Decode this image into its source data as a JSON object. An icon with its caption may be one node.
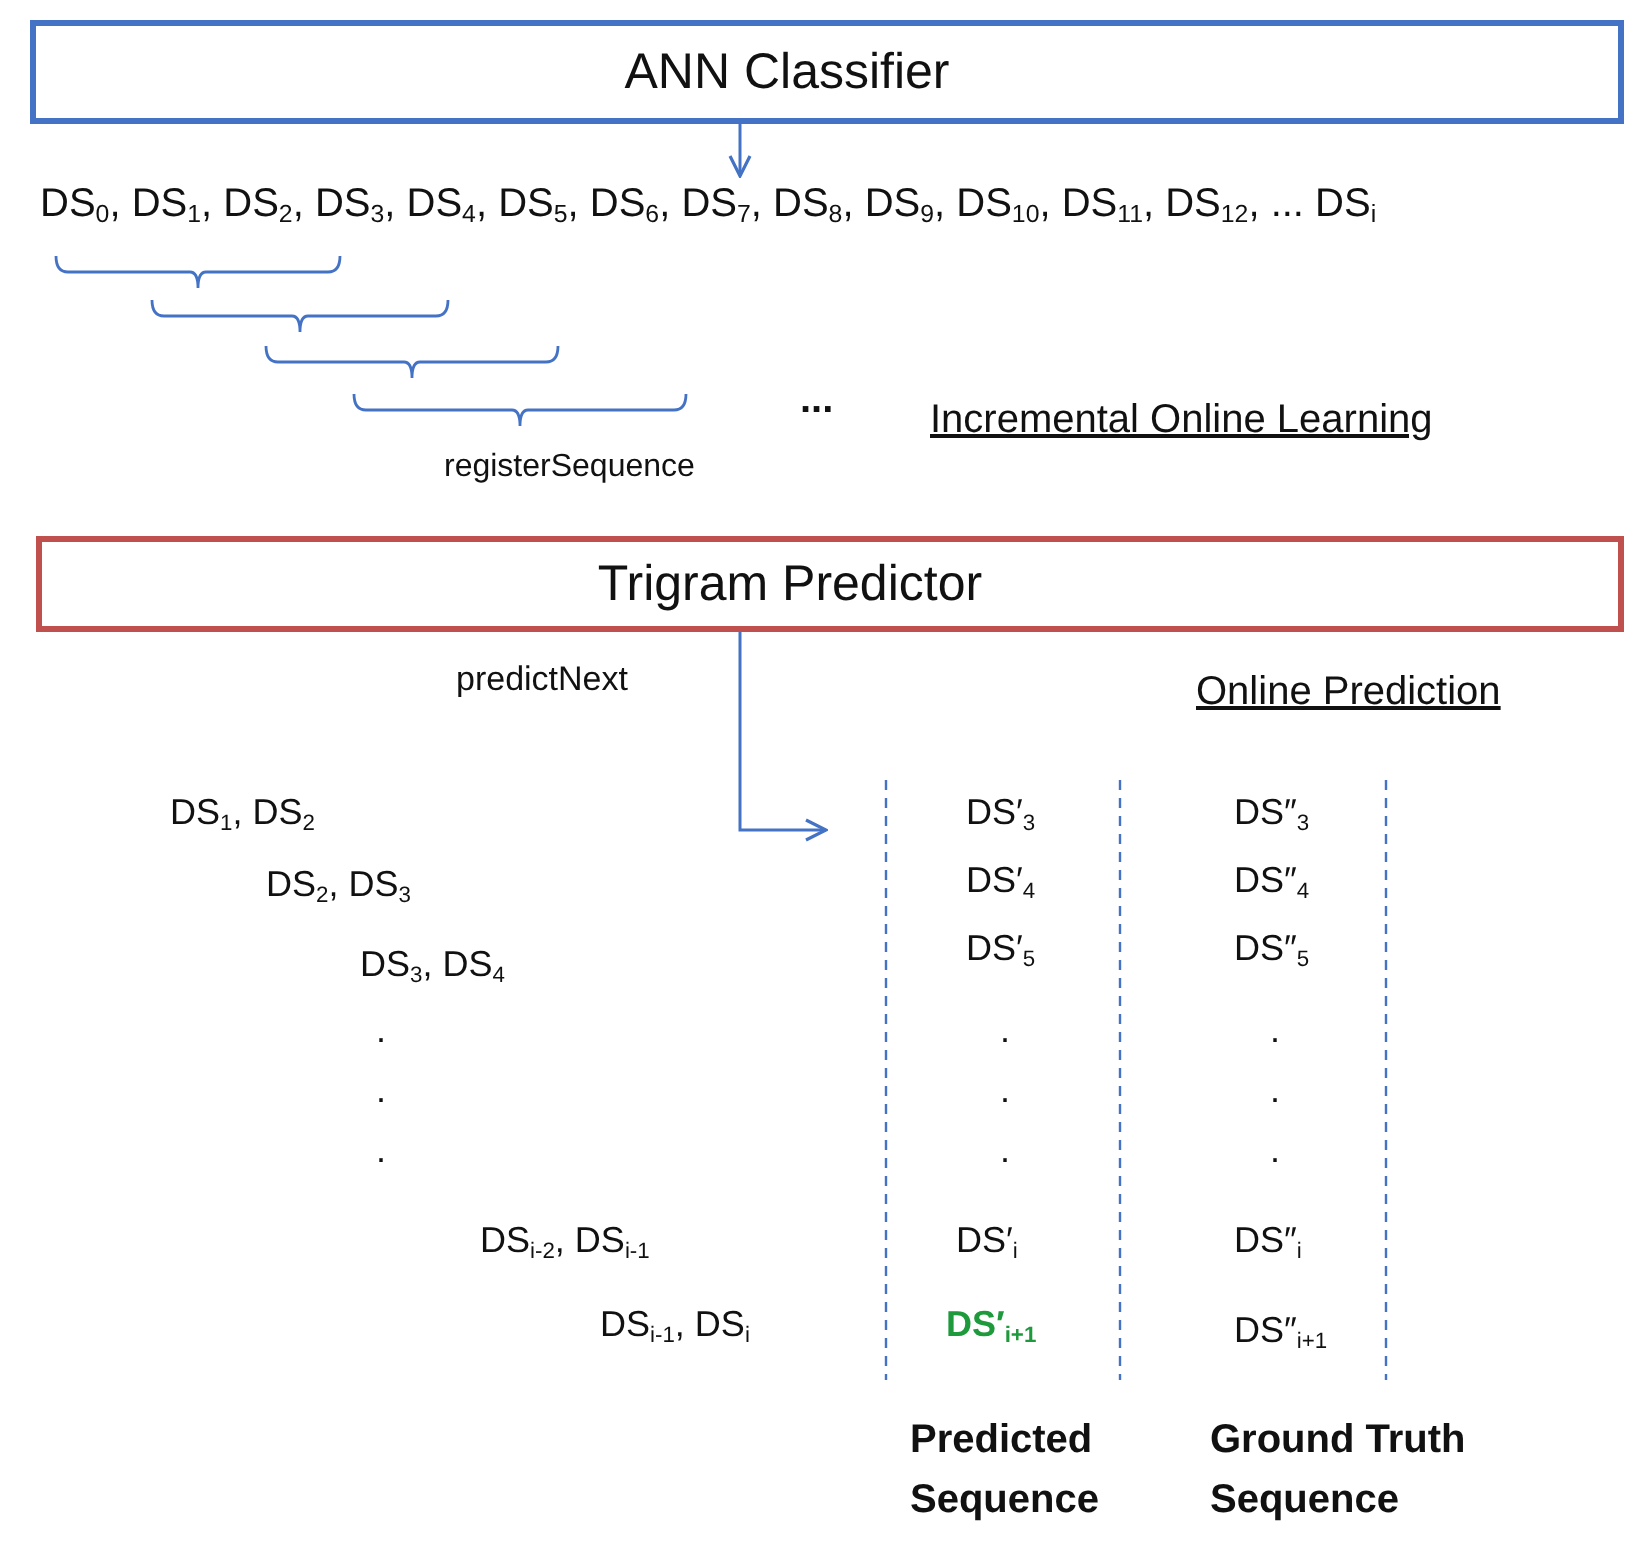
{
  "diagram": {
    "nodes": [
      {
        "text": [
          "ANN Classifier"
        ]
      },
      {
        "text": [
          "DS$_{0}$, DS$_{1}$, DS$_{2}$, DS$_{3}$, DS$_{4}$, DS$_{5}$, DS$_{6}$, DS$_{7}$, DS$_{8}$, DS$_{9}$, DS$_{10}$, DS$_{11}$, DS$_{12}$, ... DS$_{i}$"
        ]
      },
      {
        "text": [
          "Trigram Predictor"
        ]
      }
    ],
    "edges": [
      {
        "from": 0,
        "to": 1,
        "arrow": "to"
      },
      {
        "from": 2,
        "to": null,
        "arrow": "to",
        "label": "predictNext"
      }
    ],
    "labels": [
      "...",
      "Incremental Online Learning",
      "registerSequence",
      "Online Prediction",
      "DS$_{1}$, DS$_{2}$",
      "DS′$_{3}$",
      "DS″$_{3}$",
      "DS$_{2}$, DS$_{3}$",
      "DS′$_{4}$",
      "DS″$_{4}$",
      "DS$_{3}$, DS$_{4}$",
      "DS′$_{5}$",
      "DS″$_{5}$",
      ".",
      ".",
      ".",
      ".",
      ".",
      ".",
      ".",
      ".",
      ".",
      "DS$_{i-2}$, DS$_{i-1}$",
      "DS′$_{i}$",
      "DS″$_{i}$",
      "DS$_{i-1}$, DS$_{i}$",
      "DS′$_{i+1}$",
      "DS″$_{i+1}$",
      "Predicted Sequence",
      "Ground Truth Sequence"
    ]
  }
}
